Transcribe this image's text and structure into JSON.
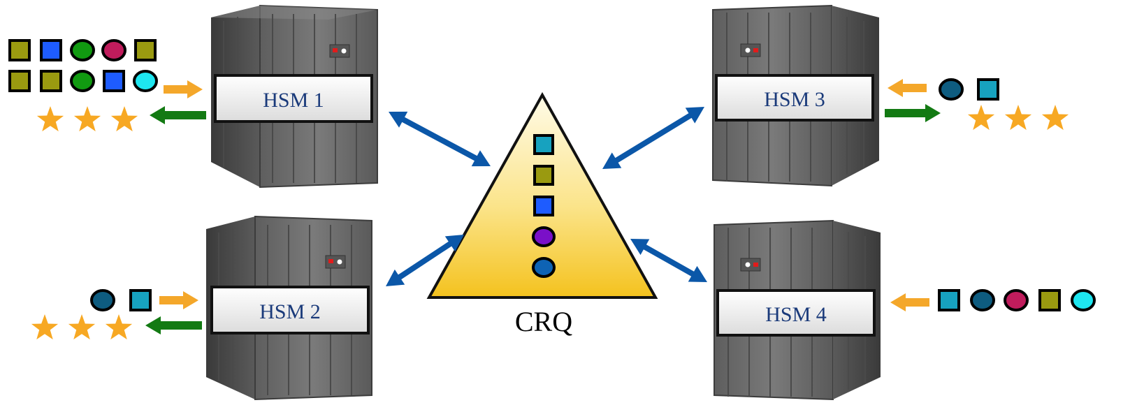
{
  "diagram": {
    "center": {
      "label": "CRQ"
    },
    "servers": [
      {
        "id": "hsm1",
        "label": "HSM 1"
      },
      {
        "id": "hsm2",
        "label": "HSM 2"
      },
      {
        "id": "hsm3",
        "label": "HSM 3"
      },
      {
        "id": "hsm4",
        "label": "HSM 4"
      }
    ],
    "colors": {
      "queue_link_arrow": "#0b57a8",
      "input_arrow": "#f4a72a",
      "output_arrow": "#137a13",
      "star": "#f7a823",
      "triangle_top": "#fff6cf",
      "triangle_bottom": "#f4c21e",
      "server_body": "#6e6e6e",
      "label_text": "#1a3a7a"
    },
    "token_types": {
      "olive-square": "#9a9a10",
      "blue-square": "#1e5cff",
      "green-circle": "#119a11",
      "crimson-circle": "#c01c5c",
      "cyan-circle": "#1ee6f0",
      "teal-square": "#17a2bf",
      "navy-circle": "#0e5c80",
      "purple-circle": "#7a10c8",
      "steel-blue-circle": "#0e63b4"
    },
    "queue_tokens": [
      "teal-square",
      "olive-square",
      "blue-square",
      "purple-circle",
      "steel-blue-circle"
    ],
    "hsm1": {
      "input_tokens_row1": [
        "olive-square",
        "blue-square",
        "green-circle",
        "crimson-circle",
        "olive-square"
      ],
      "input_tokens_row2": [
        "olive-square",
        "olive-square",
        "green-circle",
        "blue-square",
        "cyan-circle"
      ],
      "output_stars": 3
    },
    "hsm2": {
      "input_tokens": [
        "navy-circle",
        "teal-square"
      ],
      "output_stars": 3
    },
    "hsm3": {
      "input_tokens": [
        "navy-circle",
        "teal-square"
      ],
      "output_stars": 3
    },
    "hsm4": {
      "input_tokens": [
        "teal-square",
        "navy-circle",
        "crimson-circle",
        "olive-square",
        "cyan-circle"
      ]
    }
  }
}
